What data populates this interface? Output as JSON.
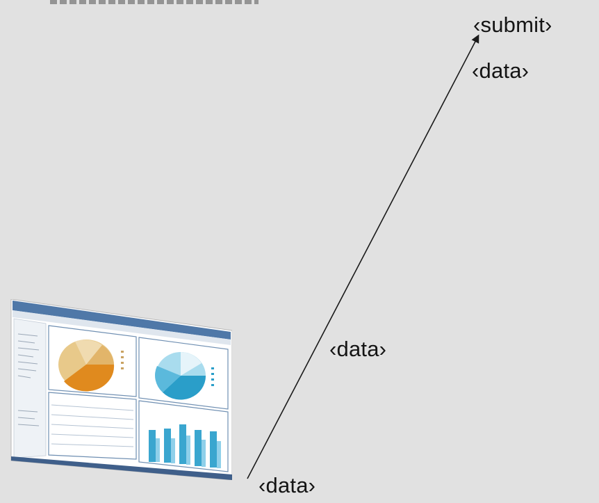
{
  "labels": {
    "submit": "‹submit›",
    "data_top": "‹data›",
    "data_mid": "‹data›",
    "data_bottom": "‹data›"
  },
  "colors": {
    "background": "#e1e1e1",
    "arrow": "#1a1a1a",
    "pie_orange": "#e08a1e",
    "pie_tan": "#e8c98a",
    "pie_blue": "#2a9ec9",
    "pie_lightblue": "#a9dcee",
    "bar_blue": "#3aa6cf"
  }
}
